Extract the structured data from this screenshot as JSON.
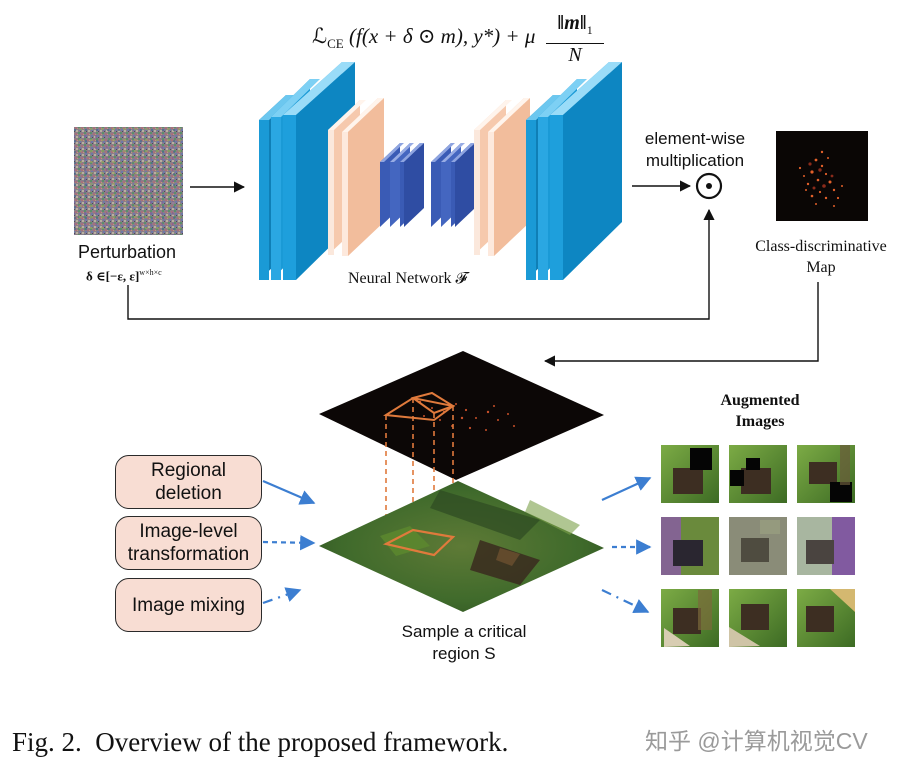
{
  "formula": {
    "lhs": "ℒ",
    "lhs_sub": "CE",
    "body": "(f(x + δ ⊙ m), y*) + μ",
    "numerator": "‖m‖",
    "numerator_sub": "1",
    "denominator": "N"
  },
  "perturbation": {
    "label": "Perturbation",
    "range": "δ ∈[−ε, ε]",
    "range_sup": "w×h×c"
  },
  "network": {
    "label": "Neural Network 𝓕"
  },
  "multiplication": {
    "line1": "element-wise",
    "line2": "multiplication",
    "symbol": "⊙"
  },
  "cam": {
    "line1": "Class-discriminative",
    "line2": "Map"
  },
  "sample": {
    "line1": "Sample a critical",
    "line2": "region S"
  },
  "augmented": {
    "line1": "Augmented",
    "line2": "Images"
  },
  "methods": [
    {
      "line1": "Regional",
      "line2": "deletion"
    },
    {
      "line1": "Image-level",
      "line2": "transformation"
    },
    {
      "line1": "Image mixing",
      "line2": ""
    }
  ],
  "caption": "Fig. 2.  Overview of the proposed framework.",
  "watermark": "知乎 @计算机视觉CV",
  "colors": {
    "blue_block": "#1a9ad6",
    "peach_block": "#f6c9ad",
    "indigo_block": "#3a5bb5",
    "pill_fill": "#f8ddd3",
    "arrow_blue": "#3c7ed1",
    "dashed_orange": "#e07a3c"
  }
}
